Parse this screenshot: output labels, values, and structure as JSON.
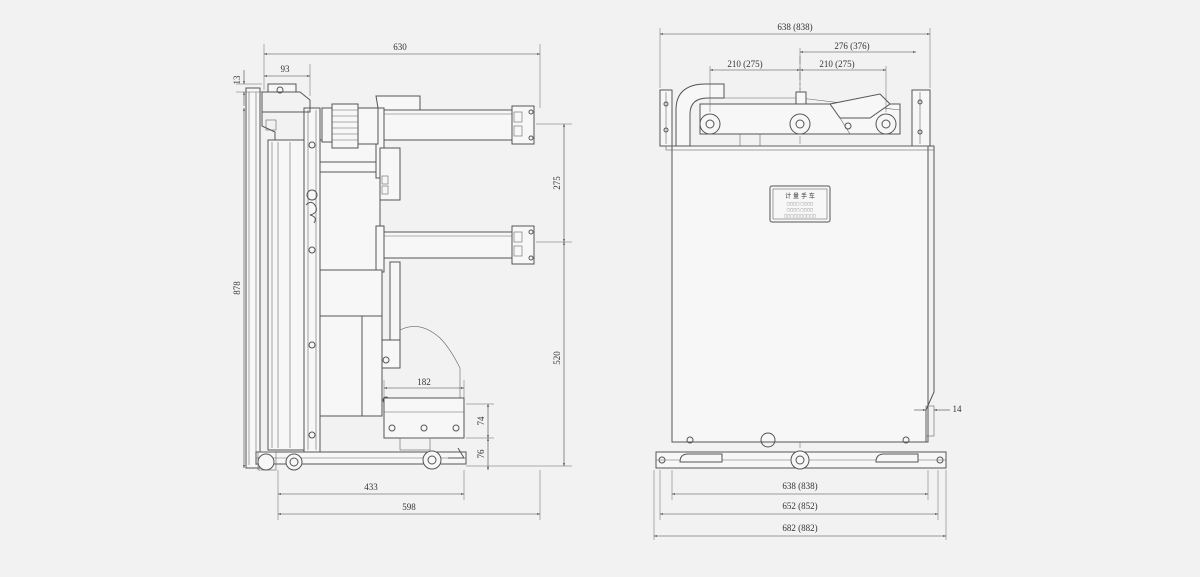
{
  "side_view": {
    "dims": {
      "width_total": "630",
      "top_offset": "93",
      "top_small": "13",
      "height_total": "878",
      "contact_pitch": "275",
      "contact_height": "520",
      "mech_width": "182",
      "mech_h1": "74",
      "mech_h2": "76",
      "base_width": "433",
      "bottom_total": "598"
    }
  },
  "front_view": {
    "dims": {
      "top_width": "638 (838)",
      "right_span": "276 (376)",
      "pitch_left": "210 (275)",
      "pitch_right": "210 (275)",
      "base_width_1": "638 (838)",
      "base_width_2": "652 (852)",
      "base_width_3": "682 (882)",
      "side_gap": "14"
    },
    "nameplate": {
      "title": "计 量 手 车",
      "rows": [
        "□□□□ □□□□",
        "□□□□ □□□□"
      ],
      "footer": "□□□□□□□□□□"
    }
  },
  "colors": {
    "background": "#f2f2f2",
    "line": "#555555"
  }
}
